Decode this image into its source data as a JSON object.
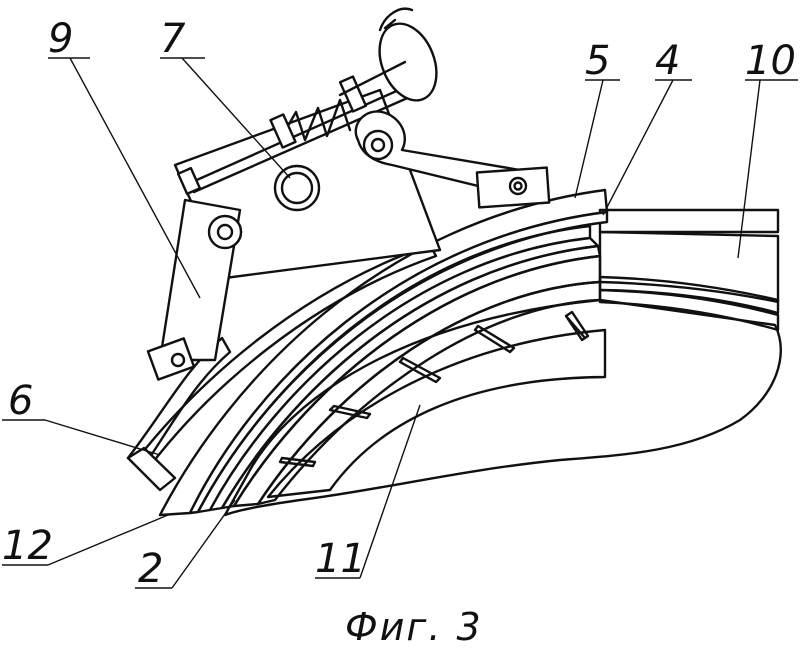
{
  "figure": {
    "caption": "Фиг. 3",
    "callouts": [
      {
        "id": "9",
        "label": "9"
      },
      {
        "id": "7",
        "label": "7"
      },
      {
        "id": "5",
        "label": "5"
      },
      {
        "id": "4",
        "label": "4"
      },
      {
        "id": "10",
        "label": "10"
      },
      {
        "id": "6",
        "label": "6"
      },
      {
        "id": "12",
        "label": "12"
      },
      {
        "id": "2",
        "label": "2"
      },
      {
        "id": "11",
        "label": "11"
      }
    ]
  },
  "colors": {
    "ink": "#111111",
    "paper": "#ffffff"
  }
}
